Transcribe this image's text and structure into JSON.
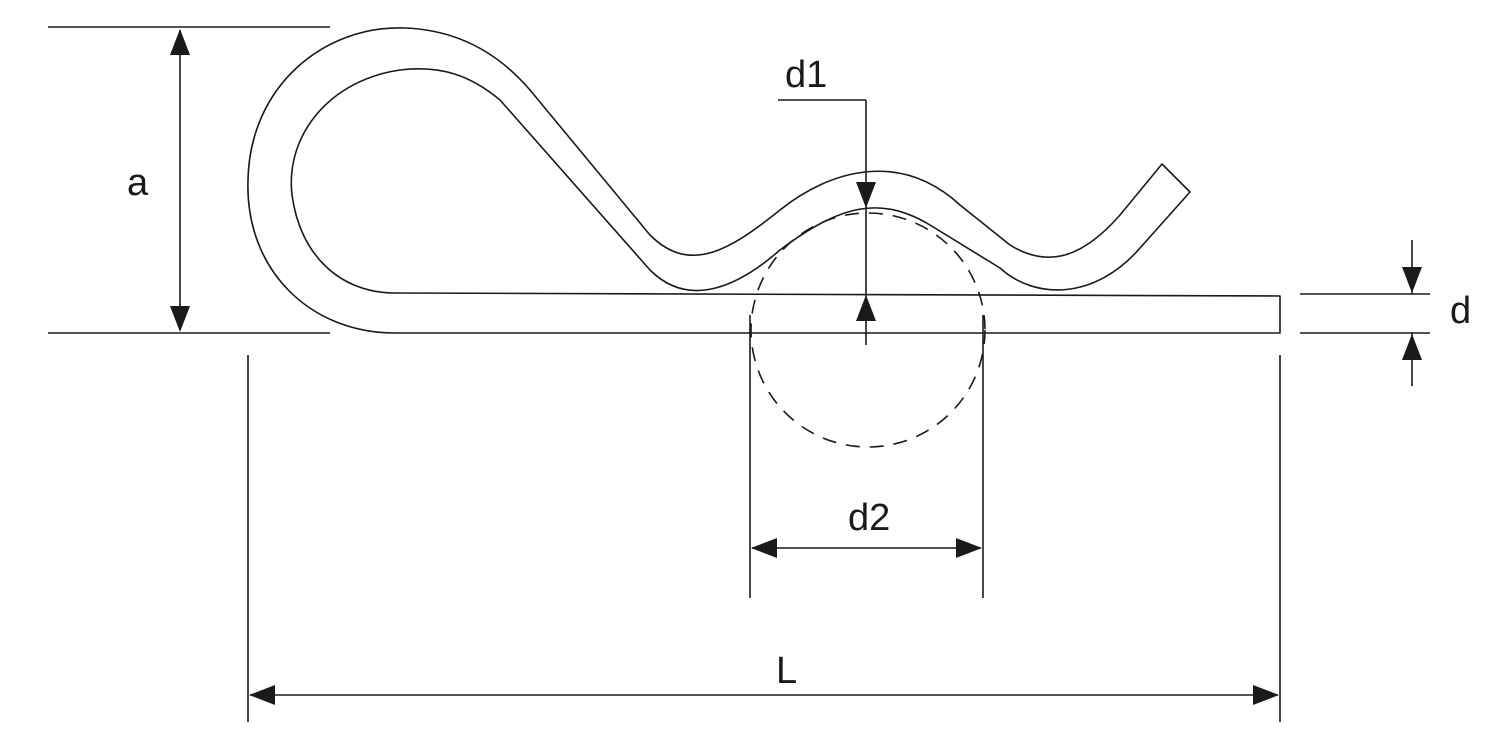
{
  "labels": {
    "a": "a",
    "d1": "d1",
    "d": "d",
    "d2": "d2",
    "L": "L"
  },
  "colors": {
    "line": "#1a1a1a",
    "background": "#ffffff"
  }
}
